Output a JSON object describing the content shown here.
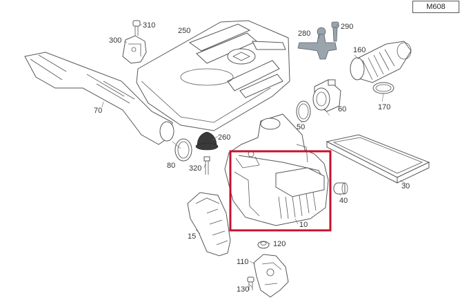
{
  "engine_code": "M608",
  "highlight_color": "#c8102e",
  "callouts": {
    "c310": "310",
    "c300": "300",
    "c250": "250",
    "c280": "280",
    "c290": "290",
    "c160": "160",
    "c70": "70",
    "c60": "60",
    "c170": "170",
    "c50": "50",
    "c260": "260",
    "c80": "80",
    "c320": "320",
    "c30": "30",
    "c40": "40",
    "c10": "10",
    "c15": "15",
    "c120": "120",
    "c110": "110",
    "c130": "130"
  }
}
